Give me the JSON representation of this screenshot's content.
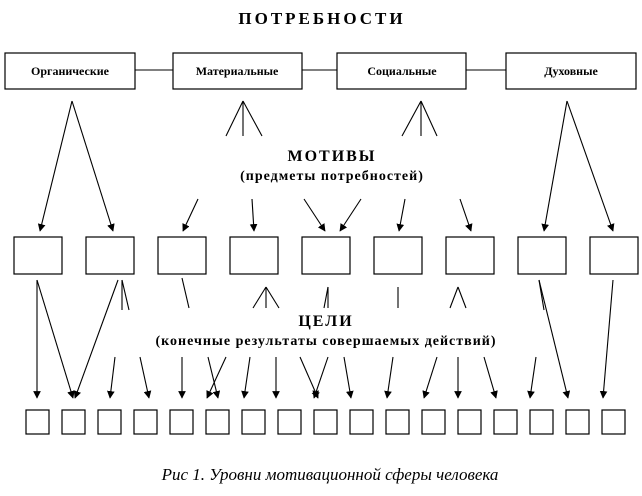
{
  "title": "ПОТРЕБНОСТИ",
  "needs": [
    {
      "label": "Органические"
    },
    {
      "label": "Материальные"
    },
    {
      "label": "Социальные"
    },
    {
      "label": "Духовные"
    }
  ],
  "motives": {
    "heading": "МОТИВЫ",
    "subheading": "(предметы потребностей)",
    "box_count": 9
  },
  "goals": {
    "heading": "ЦЕЛИ",
    "subheading": "(конечные результаты совершаемых действий)",
    "box_count": 17
  },
  "caption": "Рис 1. Уровни мотивационной сферы человека"
}
